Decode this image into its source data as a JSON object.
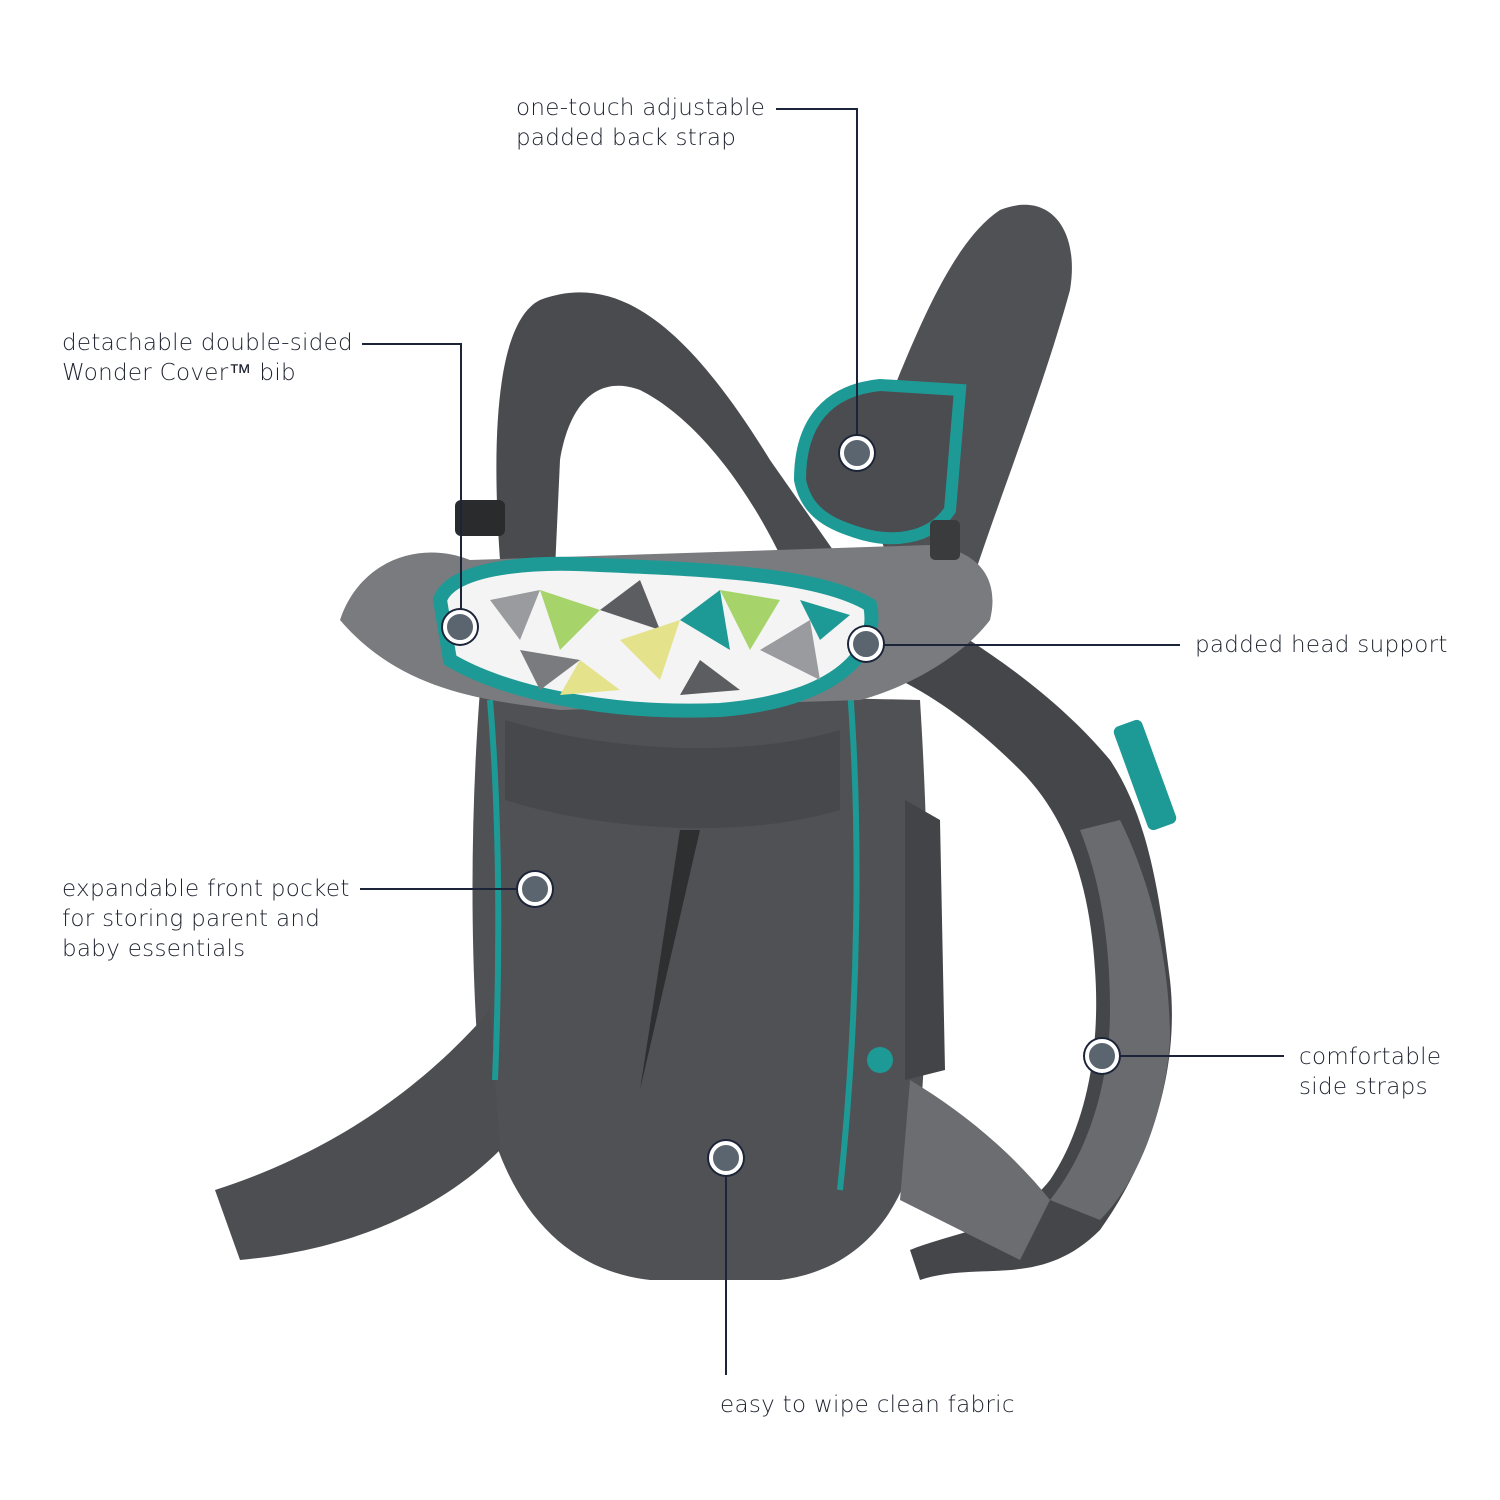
{
  "product": {
    "name": "baby carrier",
    "colors": {
      "fabric_dark": "#4a4b4e",
      "fabric_mid": "#5c5d60",
      "fabric_light": "#7a7b7e",
      "accent_teal": "#1e9a96",
      "pattern_green": "#a6d46a",
      "pattern_yellow": "#e4e28a",
      "pattern_gray": "#9a9b9e",
      "marker_fill": "#5b6570",
      "line_color": "#1b2438",
      "text_color": "#1f2330"
    }
  },
  "callouts": [
    {
      "id": "back-strap",
      "text": "one-touch adjustable\npadded back strap"
    },
    {
      "id": "bib",
      "text": "detachable double-sided\nWonder Cover™ bib"
    },
    {
      "id": "head-support",
      "text": "padded head support"
    },
    {
      "id": "front-pocket",
      "text": "expandable front pocket\nfor storing parent and\nbaby essentials"
    },
    {
      "id": "side-straps",
      "text": "comfortable\nside straps"
    },
    {
      "id": "fabric",
      "text": "easy to wipe clean fabric"
    }
  ]
}
